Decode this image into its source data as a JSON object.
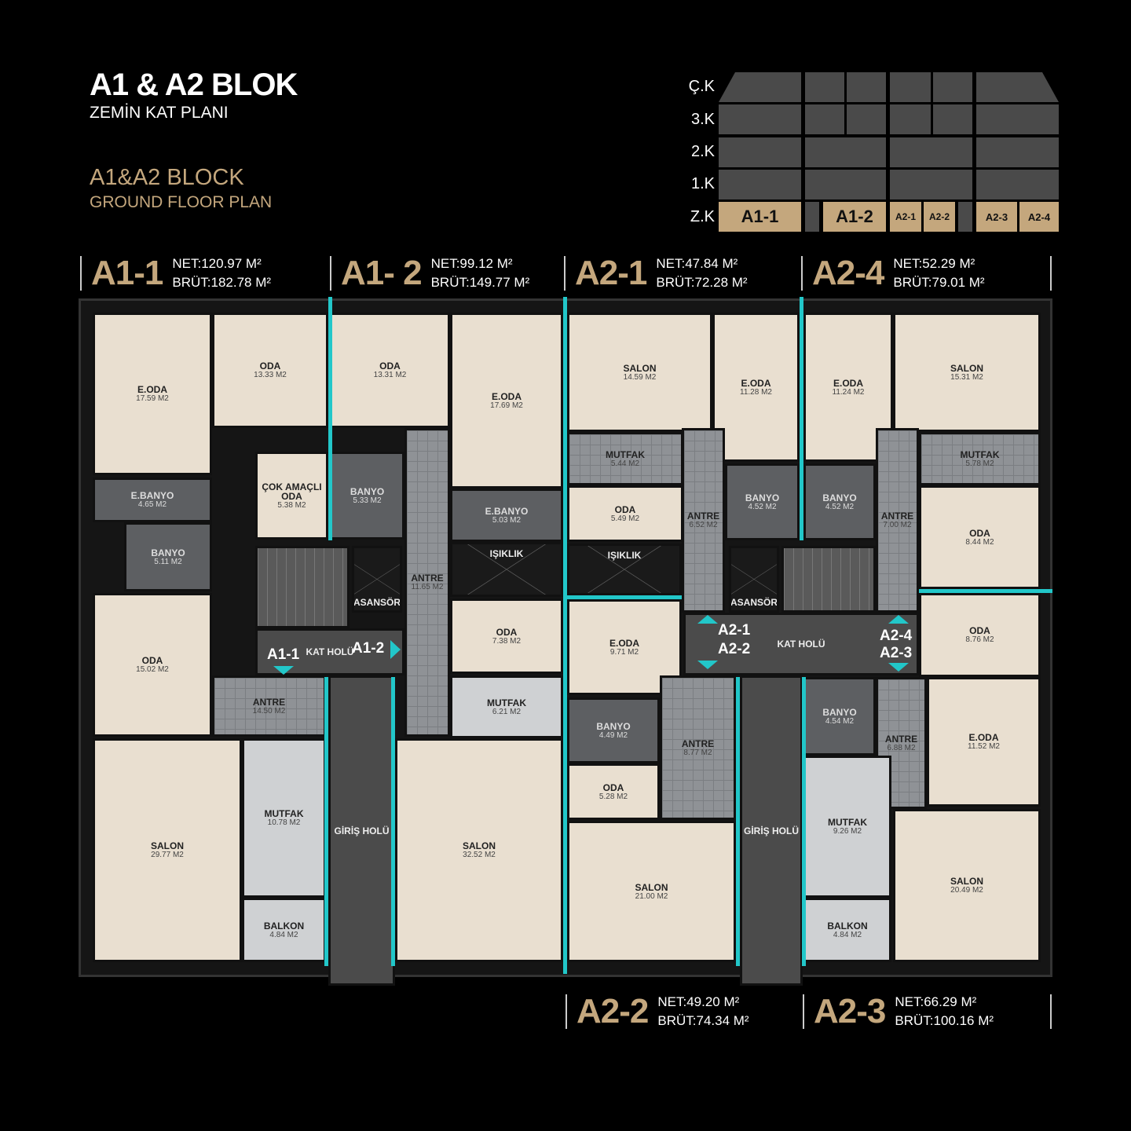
{
  "title": {
    "main": "A1 & A2 BLOK",
    "sub": "ZEMİN KAT PLANI",
    "en_main": "A1&A2 BLOCK",
    "en_sub": "GROUND FLOOR PLAN"
  },
  "key_plan": {
    "floors": [
      "Ç.K",
      "3.K",
      "2.K",
      "1.K",
      "Z.K"
    ],
    "ground_units": [
      "A1-1",
      "A1-2",
      "A2-1",
      "A2-2",
      "A2-3",
      "A2-4"
    ],
    "highlight_color": "#c4a77d",
    "block_color": "#4a4a4a"
  },
  "units": [
    {
      "code": "A1-1",
      "net": "NET:120.97 M²",
      "brut": "BRÜT:182.78 M²"
    },
    {
      "code": "A1- 2",
      "net": "NET:99.12 M²",
      "brut": "BRÜT:149.77 M²"
    },
    {
      "code": "A2-1",
      "net": "NET:47.84 M²",
      "brut": "BRÜT:72.28 M²"
    },
    {
      "code": "A2-4",
      "net": "NET:52.29 M²",
      "brut": "BRÜT:79.01 M²"
    },
    {
      "code": "A2-2",
      "net": "NET:49.20 M²",
      "brut": "BRÜT:74.34 M²"
    },
    {
      "code": "A2-3",
      "net": "NET:66.29 M²",
      "brut": "BRÜT:100.16 M²"
    }
  ],
  "rooms": [
    {
      "name": "E.ODA",
      "area": "17.59 M2"
    },
    {
      "name": "ODA",
      "area": "13.33 M2"
    },
    {
      "name": "E.BANYO",
      "area": "4.65 M2"
    },
    {
      "name": "BANYO",
      "area": "5.11 M2"
    },
    {
      "name": "ODA",
      "area": "15.02 M2"
    },
    {
      "name": "ANTRE",
      "area": "14.50 M2"
    },
    {
      "name": "ÇOK AMAÇLI ODA",
      "area": "5.38 M2"
    },
    {
      "name": "SALON",
      "area": "29.77 M2"
    },
    {
      "name": "MUTFAK",
      "area": "10.78 M2"
    },
    {
      "name": "BALKON",
      "area": "4.84 M2"
    },
    {
      "name": "ODA",
      "area": "13.31 M2"
    },
    {
      "name": "BANYO",
      "area": "5.33 M2"
    },
    {
      "name": "E.ODA",
      "area": "17.69 M2"
    },
    {
      "name": "E.BANYO",
      "area": "5.03 M2"
    },
    {
      "name": "IŞIKLIK",
      "area": ""
    },
    {
      "name": "ODA",
      "area": "7.38 M2"
    },
    {
      "name": "ANTRE",
      "area": "11.65 M2"
    },
    {
      "name": "MUTFAK",
      "area": "6.21 M2"
    },
    {
      "name": "SALON",
      "area": "32.52 M2"
    },
    {
      "name": "SALON",
      "area": "14.59 M2"
    },
    {
      "name": "E.ODA",
      "area": "11.28 M2"
    },
    {
      "name": "MUTFAK",
      "area": "5.44 M2"
    },
    {
      "name": "ODA",
      "area": "5.49 M2"
    },
    {
      "name": "IŞIKLIK",
      "area": ""
    },
    {
      "name": "BANYO",
      "area": "4.52 M2"
    },
    {
      "name": "ANTRE",
      "area": "6.52 M2"
    },
    {
      "name": "E.ODA",
      "area": "9.71 M2"
    },
    {
      "name": "BANYO",
      "area": "4.49 M2"
    },
    {
      "name": "ODA",
      "area": "5.28 M2"
    },
    {
      "name": "ANTRE",
      "area": "8.77 M2"
    },
    {
      "name": "SALON",
      "area": "21.00 M2"
    },
    {
      "name": "E.ODA",
      "area": "11.24 M2"
    },
    {
      "name": "SALON",
      "area": "15.31 M2"
    },
    {
      "name": "BANYO",
      "area": "4.52 M2"
    },
    {
      "name": "MUTFAK",
      "area": "5.78 M2"
    },
    {
      "name": "ODA",
      "area": "8.44 M2"
    },
    {
      "name": "ANTRE",
      "area": "7.00 M2"
    },
    {
      "name": "ODA",
      "area": "8.76 M2"
    },
    {
      "name": "BANYO",
      "area": "4.54 M2"
    },
    {
      "name": "ANTRE",
      "area": "6.88 M2"
    },
    {
      "name": "E.ODA",
      "area": "11.52 M2"
    },
    {
      "name": "MUTFAK",
      "area": "9.26 M2"
    },
    {
      "name": "BALKON",
      "area": "4.84 M2"
    },
    {
      "name": "SALON",
      "area": "20.49 M2"
    },
    {
      "name": "ASANSÖR",
      "area": ""
    },
    {
      "name": "KAT HOLÜ",
      "area": ""
    },
    {
      "name": "GİRİŞ HOLÜ",
      "area": ""
    },
    {
      "name": "ASANSÖR",
      "area": ""
    },
    {
      "name": "KAT HOLÜ",
      "area": ""
    },
    {
      "name": "GİRİŞ HOLÜ",
      "area": ""
    },
    {
      "name": "",
      "area": ""
    },
    {
      "name": "",
      "area": ""
    }
  ],
  "markers": {
    "a11": "A1-1",
    "a12": "A1-2",
    "a21": "A2-1",
    "a22": "A2-2",
    "a24": "A2-4",
    "a23": "A2-3"
  },
  "divider_color": "#22c7c9"
}
